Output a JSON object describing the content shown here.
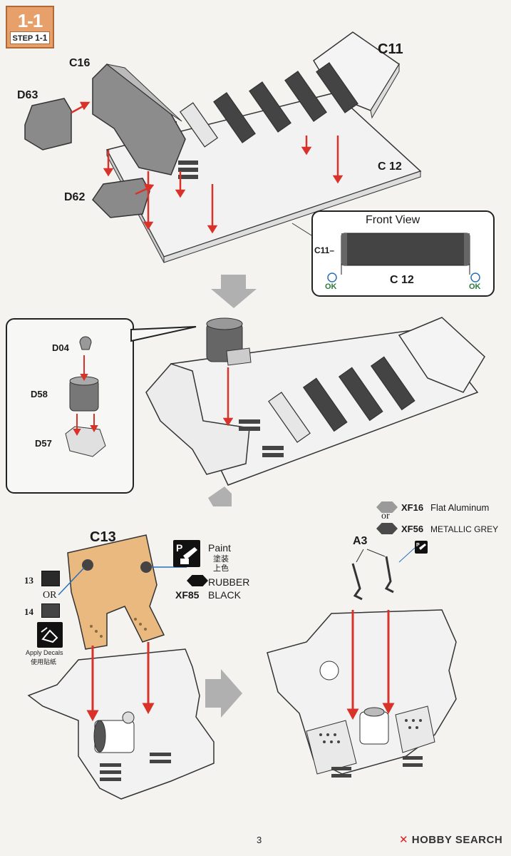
{
  "step": {
    "number": "1-1",
    "label_prefix": "STEP",
    "label_num": "1-1"
  },
  "section1": {
    "parts": {
      "c11": "C11",
      "c16": "C16",
      "d63": "D63",
      "c12": "C 12",
      "d62": "D62"
    },
    "front_view": {
      "title": "Front View",
      "c11_label": "C11–",
      "c12_label": "C 12",
      "ok_left": "OK",
      "ok_right": "OK"
    }
  },
  "section2": {
    "callout": {
      "d04": "D04",
      "d58": "D58",
      "d57": "D57"
    }
  },
  "section3": {
    "c13": "C13",
    "decal_13": "13",
    "decal_or": "OR",
    "decal_14": "14",
    "apply_decals_en": "Apply Decals",
    "apply_decals_zh": "使用貼紙",
    "paint": {
      "en": "Paint",
      "zh1": "塗装",
      "zh2": "上色",
      "color_name1": "RUBBER",
      "color_code": "XF85",
      "color_name2": "BLACK"
    }
  },
  "section4": {
    "a3": "A3",
    "color1": {
      "code": "XF16",
      "name": "Flat Aluminum",
      "hex": "#9a9a9a"
    },
    "or": "or",
    "color2": {
      "code": "XF56",
      "name": "METALLIC GREY",
      "hex": "#4a4a4a"
    }
  },
  "footer": {
    "page": "3",
    "watermark_a": "HOBBY",
    "watermark_b": "SEARCH"
  },
  "colors": {
    "arrow_red": "#d8322a",
    "step_orange": "#e8a06a",
    "part_tan": "#e9b97f",
    "ok_blue": "#2a6fb8"
  }
}
